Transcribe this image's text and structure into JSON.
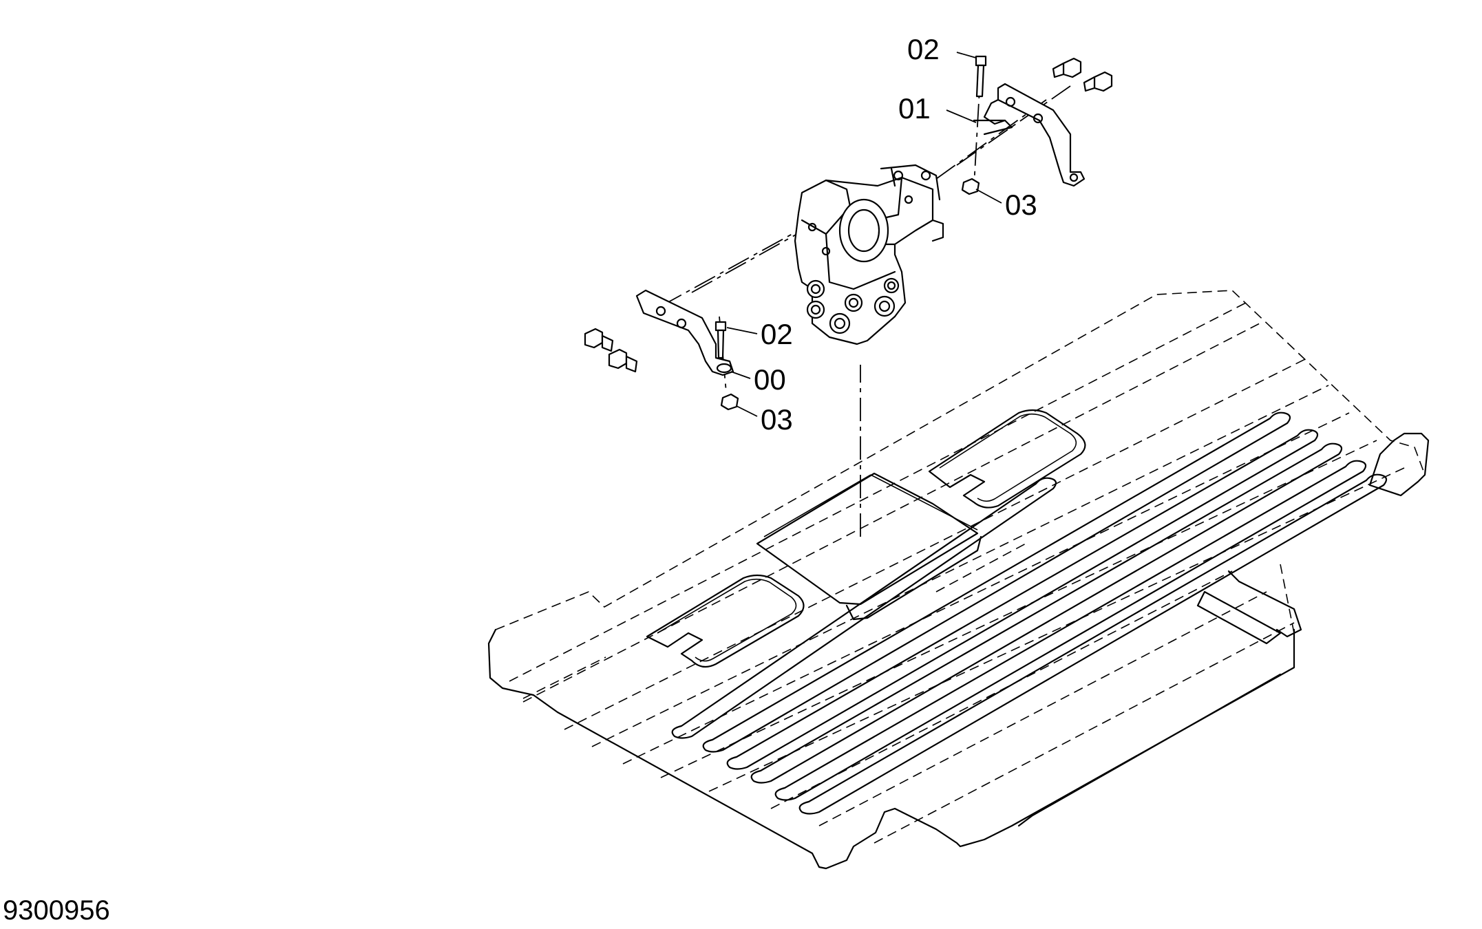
{
  "figure_number": "9300956",
  "callouts": {
    "c02_top": "02",
    "c01": "01",
    "c03_right": "03",
    "c02_left": "02",
    "c00": "00",
    "c03_left": "03"
  },
  "colors": {
    "line": "#000000",
    "background": "#ffffff"
  },
  "icons": {
    "valve": "hydraulic-valve-block",
    "bracket_right": "mounting-bracket",
    "bracket_left": "mounting-bracket",
    "floor": "cab-floor-plate",
    "bolts": "hex-flange-bolt"
  }
}
